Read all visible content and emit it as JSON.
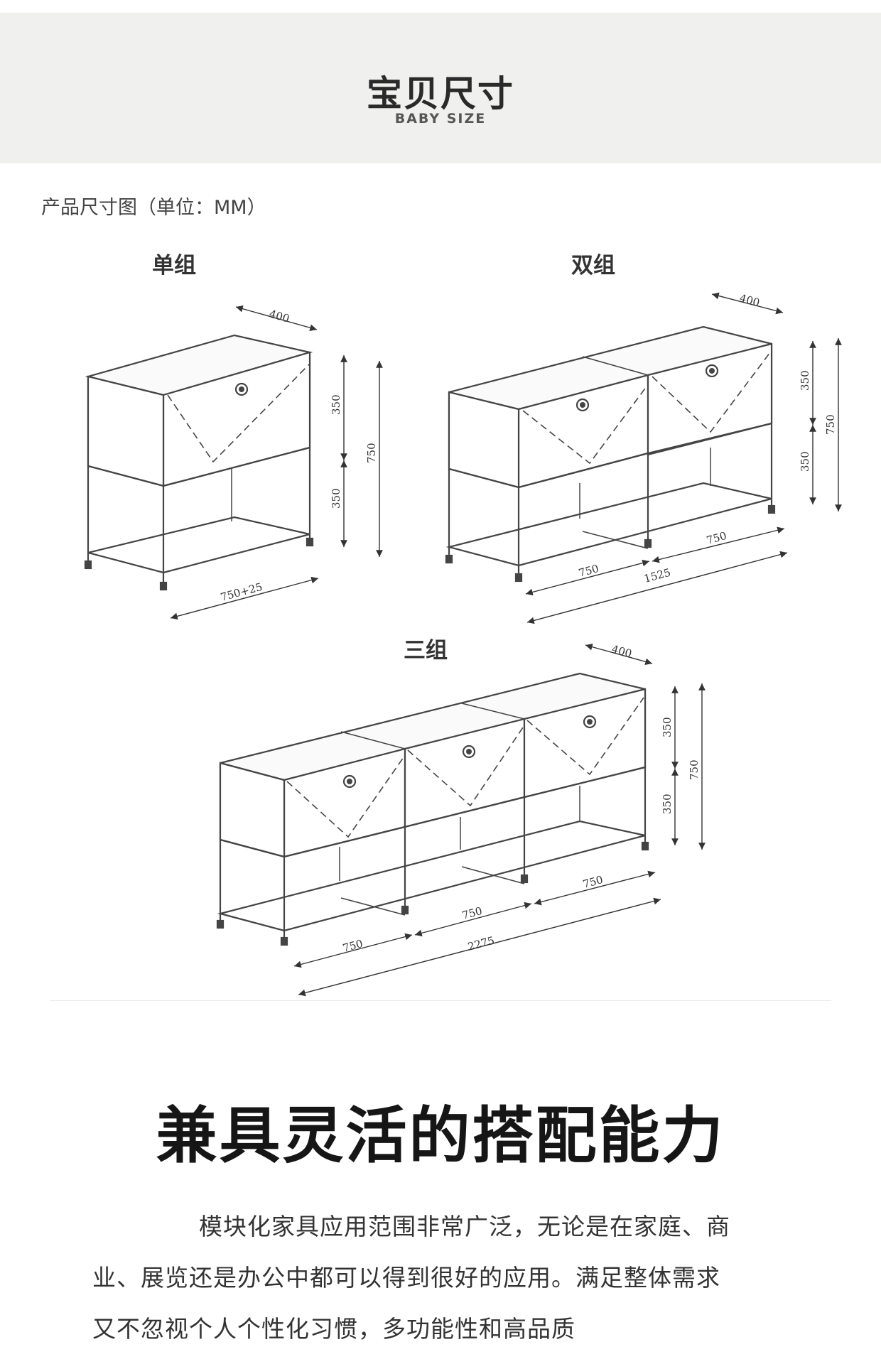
{
  "header": {
    "title": "宝贝尺寸",
    "subtitle": "BABY SIZE"
  },
  "caption": "产品尺寸图（单位：MM）",
  "groups": {
    "single": {
      "label": "单组",
      "depth": "400",
      "width": "750+25",
      "upper_height": "350",
      "lower_height": "350",
      "total_height": "750"
    },
    "double": {
      "label": "双组",
      "depth": "400",
      "module_width_1": "750",
      "module_width_2": "750",
      "total_width": "1525",
      "upper_height": "350",
      "lower_height": "350",
      "total_height": "750"
    },
    "triple": {
      "label": "三组",
      "depth": "400",
      "module_width_1": "750",
      "module_width_2": "750",
      "module_width_3": "750",
      "total_width": "2275",
      "upper_height": "350",
      "lower_height": "350",
      "total_height": "750"
    }
  },
  "section": {
    "headline": "兼具灵活的搭配能力",
    "paragraph_lines": [
      "模块化家具应用范围非常广泛，无论是在家庭、商",
      "业、展览还是办公中都可以得到很好的应用。满足整体需求",
      "又不忽视个人个性化习惯，多功能性和高品质"
    ]
  }
}
